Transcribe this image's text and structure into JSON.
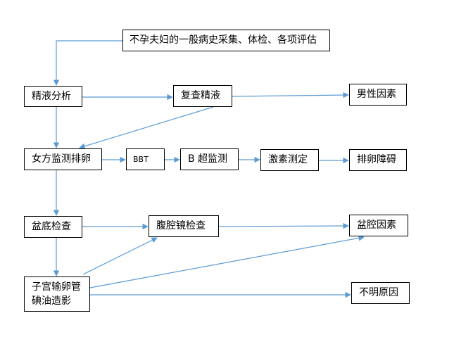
{
  "nodes": {
    "start": "不孕夫妇的一般病史采集、体检、各项评估",
    "semen": "精液分析",
    "recheck": "复查精液",
    "male": "男性因素",
    "ovulation": "女方监测排卵",
    "bbt": "BBT",
    "ultrasound": "B 超监测",
    "hormone": "激素测定",
    "ovulation_disorder": "排卵障碍",
    "pelvic_exam": "盆底检查",
    "laparoscopy": "腹腔镜检查",
    "pelvic_factor": "盆腔因素",
    "hsg": "子宫输卵管碘油造影",
    "unknown": "不明原因"
  },
  "colors": {
    "arrow": "#5b9bd5",
    "border": "#000000"
  }
}
